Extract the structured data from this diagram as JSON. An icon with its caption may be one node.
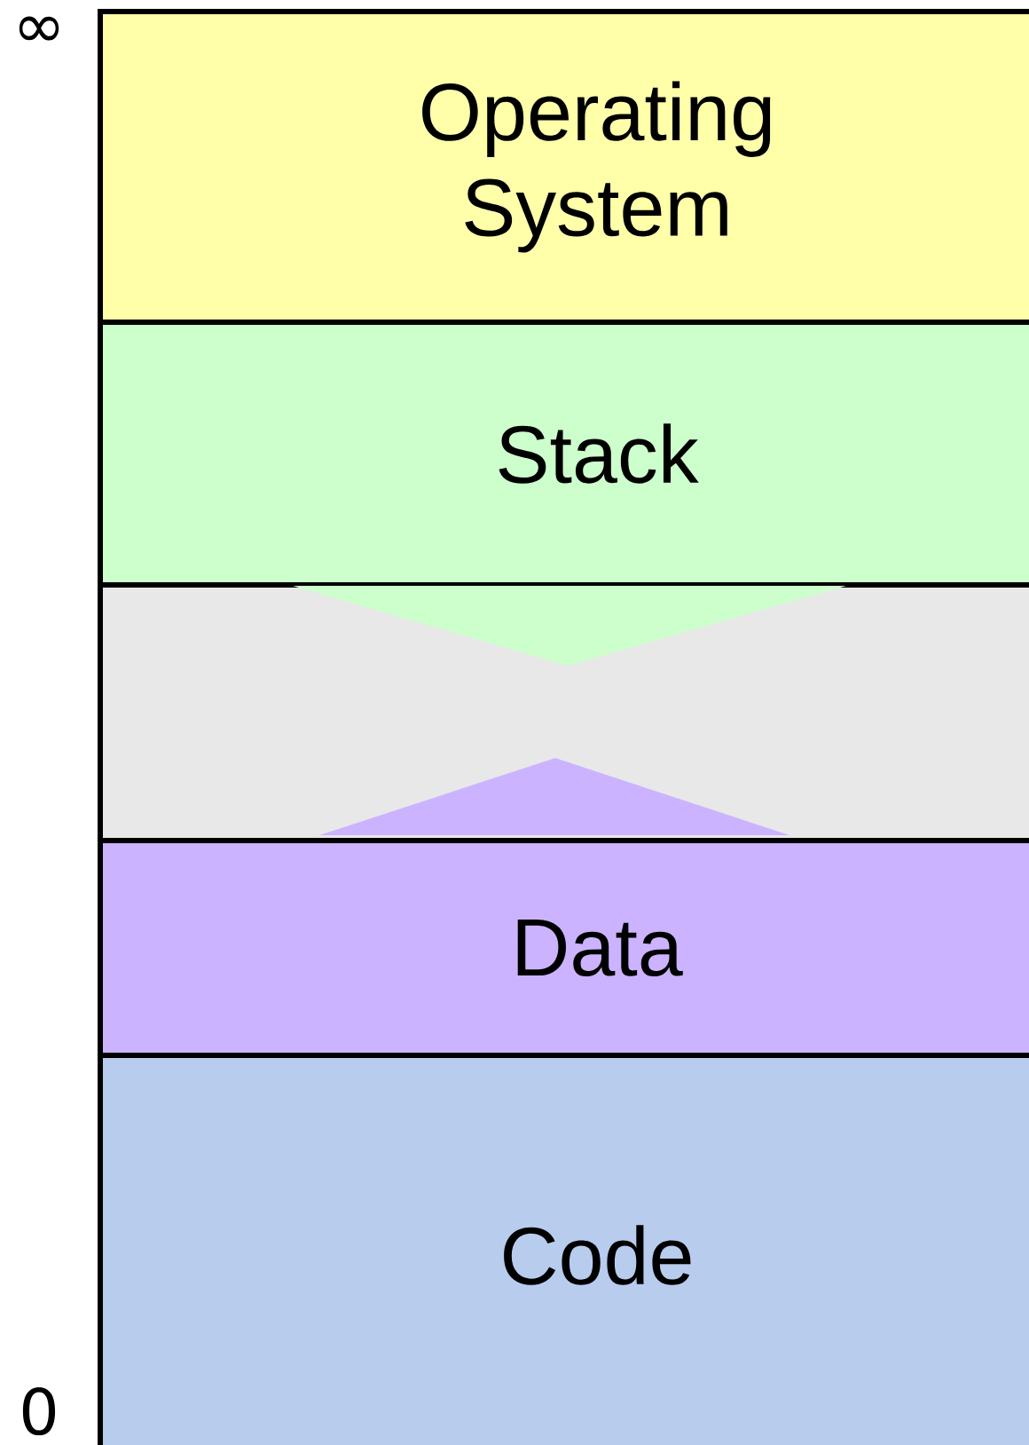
{
  "diagram": {
    "nodes": [
      {
        "text": [
          "Operating System"
        ]
      },
      {
        "text": [
          "Stack"
        ]
      },
      {
        "text": [],
        "shape": "box"
      },
      {
        "text": [
          "Data"
        ]
      },
      {
        "text": [
          "Code"
        ]
      }
    ],
    "labels": [
      "∞",
      "0"
    ]
  }
}
